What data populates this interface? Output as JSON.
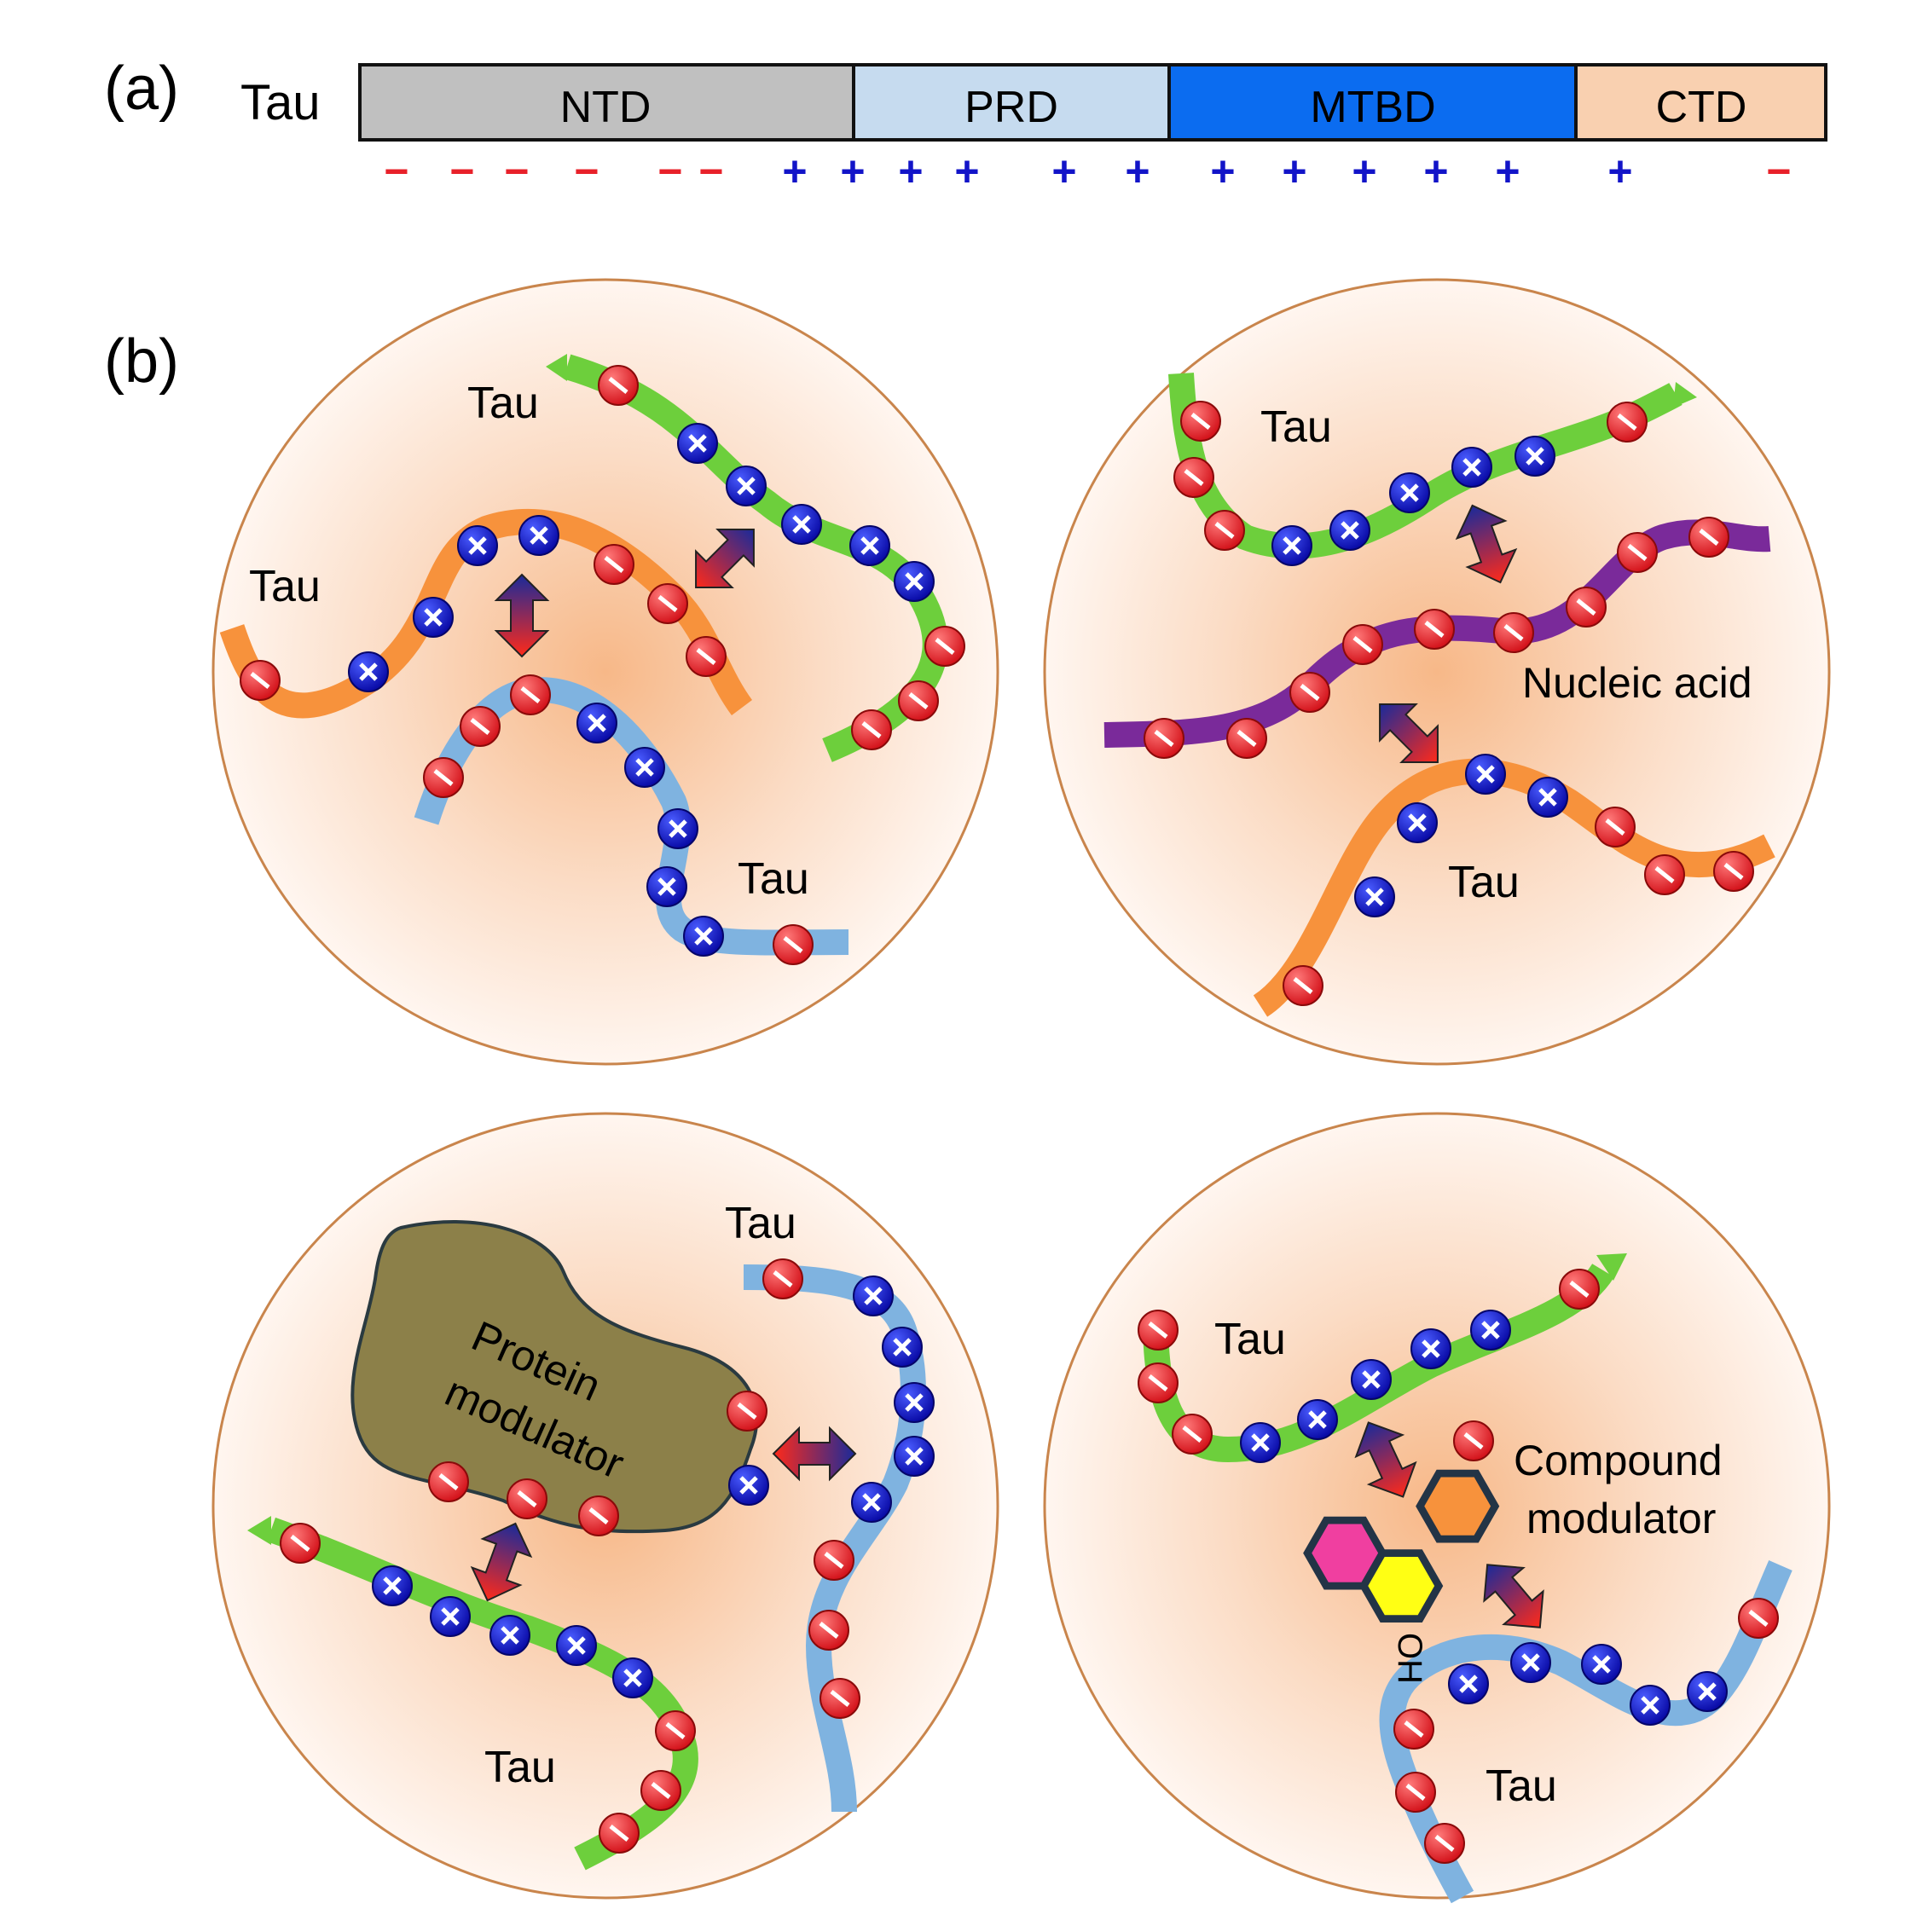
{
  "panel_a": {
    "label": "(a)",
    "protein": "Tau",
    "domains": [
      {
        "name": "NTD",
        "color": "#c0c0c0"
      },
      {
        "name": "PRD",
        "color": "#c6dbef"
      },
      {
        "name": "MTBD",
        "color": "#0b6cf0"
      },
      {
        "name": "CTD",
        "color": "#f9d0b0"
      }
    ],
    "charge_marks": [
      "−",
      "−",
      "−",
      "−",
      "−",
      "−",
      "+",
      "+",
      "+",
      "+",
      "+",
      "+",
      "+",
      "+",
      "+",
      "+",
      "+",
      "+",
      "−"
    ]
  },
  "panel_b": {
    "label": "(b)",
    "circle1": {
      "labels": [
        "Tau",
        "Tau",
        "Tau"
      ]
    },
    "circle2": {
      "labels": [
        "Tau",
        "Nucleic acid",
        "Tau"
      ]
    },
    "circle3": {
      "labels": [
        "Tau",
        "Tau"
      ],
      "modulator_line1": "Protein",
      "modulator_line2": "modulator"
    },
    "circle4": {
      "labels": [
        "Tau",
        "Tau"
      ],
      "compound_line1": "Compound",
      "compound_line2": "modulator",
      "hydroxyl": "OH"
    }
  },
  "colors": {
    "negative": "#e8212a",
    "positive": "#1214c8",
    "strand_green": "#6dcf3c",
    "strand_orange": "#f7923c",
    "strand_blue": "#7fb3e0",
    "strand_purple": "#7a2a9a",
    "droplet_edge": "#c9854c",
    "protein_modulator": "#8c8049"
  }
}
